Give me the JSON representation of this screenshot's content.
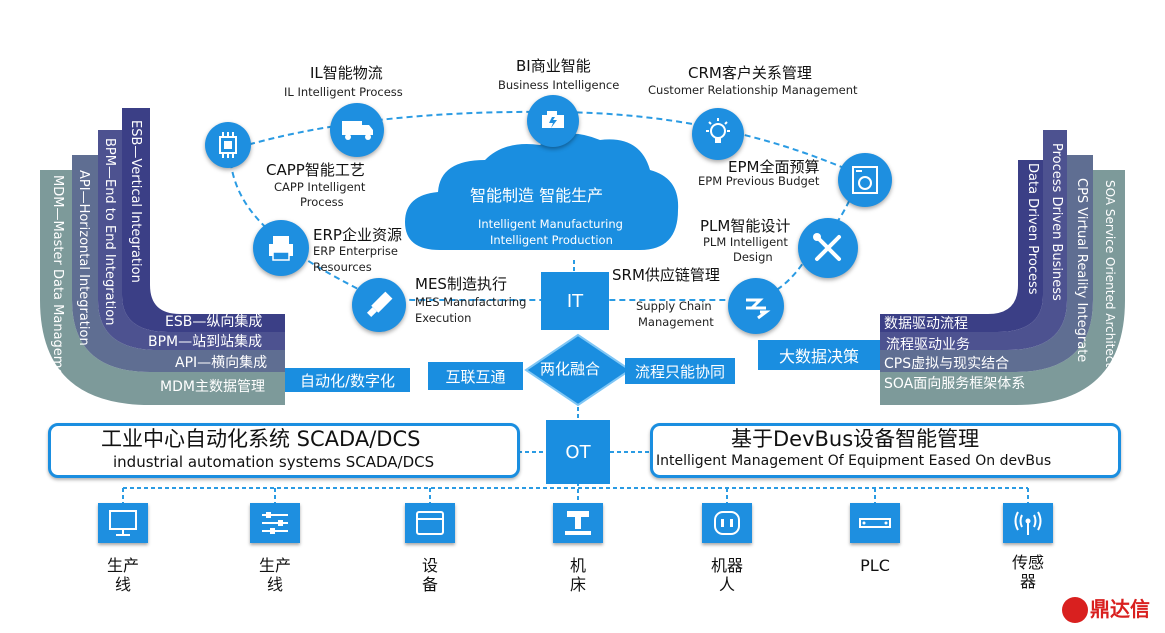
{
  "center": {
    "zh": "智能制造 智能生产",
    "en1": "Intelligent Manufacturing",
    "en2": "Intelligent Production"
  },
  "nodes": {
    "il": {
      "zh": "IL智能物流",
      "en": "IL Intelligent Process"
    },
    "bi": {
      "zh": "BI商业智能",
      "en": "Business Intelligence"
    },
    "crm": {
      "zh": "CRM客户关系管理",
      "en": "Customer Relationship Management"
    },
    "capp": {
      "zh": "CAPP智能工艺",
      "en1": "CAPP Intelligent",
      "en2": "Process"
    },
    "epm": {
      "zh": "EPM全面预算",
      "en": "EPM Previous Budget"
    },
    "erp": {
      "zh": "ERP企业资源",
      "en1": "ERP Enterprise",
      "en2": "Resources"
    },
    "plm": {
      "zh": "PLM智能设计",
      "en1": "PLM Intelligent",
      "en2": "Design"
    },
    "mes": {
      "zh": "MES制造执行",
      "en1": "MES Manufacturing",
      "en2": "Execution"
    },
    "srm": {
      "zh": "SRM供应链管理",
      "en1": "Supply Chain",
      "en2": "Management"
    }
  },
  "left_bands": {
    "vertical": [
      "ESB—Vertical Integration",
      "BPM—End to End Integration",
      "API—Horizontal Integration",
      "MDM—Master Data Management"
    ],
    "labels": [
      "ESB—纵向集成",
      "BPM—站到站集成",
      "API—横向集成",
      "MDM主数据管理"
    ]
  },
  "right_bands": {
    "vertical": [
      "Data Driven Process",
      "Process Driven Business",
      "CPS Virtual Reality Integrate",
      "SOA Service Oriented Architecture"
    ],
    "labels": [
      "数据驱动流程",
      "流程驱动业务",
      "CPS虚拟与现实结合",
      "SOA面向服务框架体系"
    ]
  },
  "flow": {
    "auto": "自动化/数字化",
    "hulian": "互联互通",
    "lianghua": "两化融合",
    "liucheng": "流程只能协同",
    "dashuju": "大数据决策",
    "it": "IT",
    "ot": "OT"
  },
  "panels": {
    "left_zh": "工业中心自动化系统 SCADA/DCS",
    "left_en": "industrial automation systems SCADA/DCS",
    "right_zh": "基于DevBus设备智能管理",
    "right_en": "Intelligent Management Of Equipment Eased On devBus"
  },
  "devices": [
    "生产\n线",
    "生产\n线",
    "设\n备",
    "机\n床",
    "机器\n人",
    "PLC",
    "传感\n器"
  ],
  "logo": "鼎达信",
  "colors": {
    "primary": "#1a8ee0",
    "band_dark": "#3b3f86",
    "logo": "#d9201f"
  }
}
